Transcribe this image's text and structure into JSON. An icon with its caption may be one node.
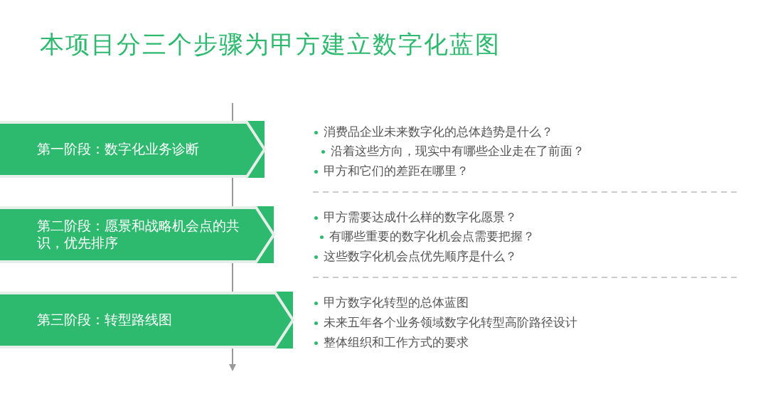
{
  "diagram": {
    "title": "本项目分三个步骤为甲方建立数字化蓝图",
    "nodes": [
      {
        "text": [
          "第一阶段：数字化业务诊断"
        ]
      },
      {
        "text": [
          "第二阶段：愿景和战略机会点的共识，优先排序"
        ]
      },
      {
        "text": [
          "第三阶段：转型路线图"
        ]
      }
    ],
    "edges": [],
    "labels": [
      "消费品企业未来数字化的总体趋势是什么？",
      "沿着这些方向，现实中有哪些企业走在了前面？",
      "甲方和它们的差距在哪里？",
      "甲方需要达成什么样的数字化愿景？",
      "有哪些重要的数字化机会点需要把握？",
      "这些数字化机会点优先顺序是什么？",
      "甲方数字化转型的总体蓝图",
      "未来五年各个业务领域数字化转型高阶路径设计",
      "整体组织和工作方式的要求"
    ]
  }
}
